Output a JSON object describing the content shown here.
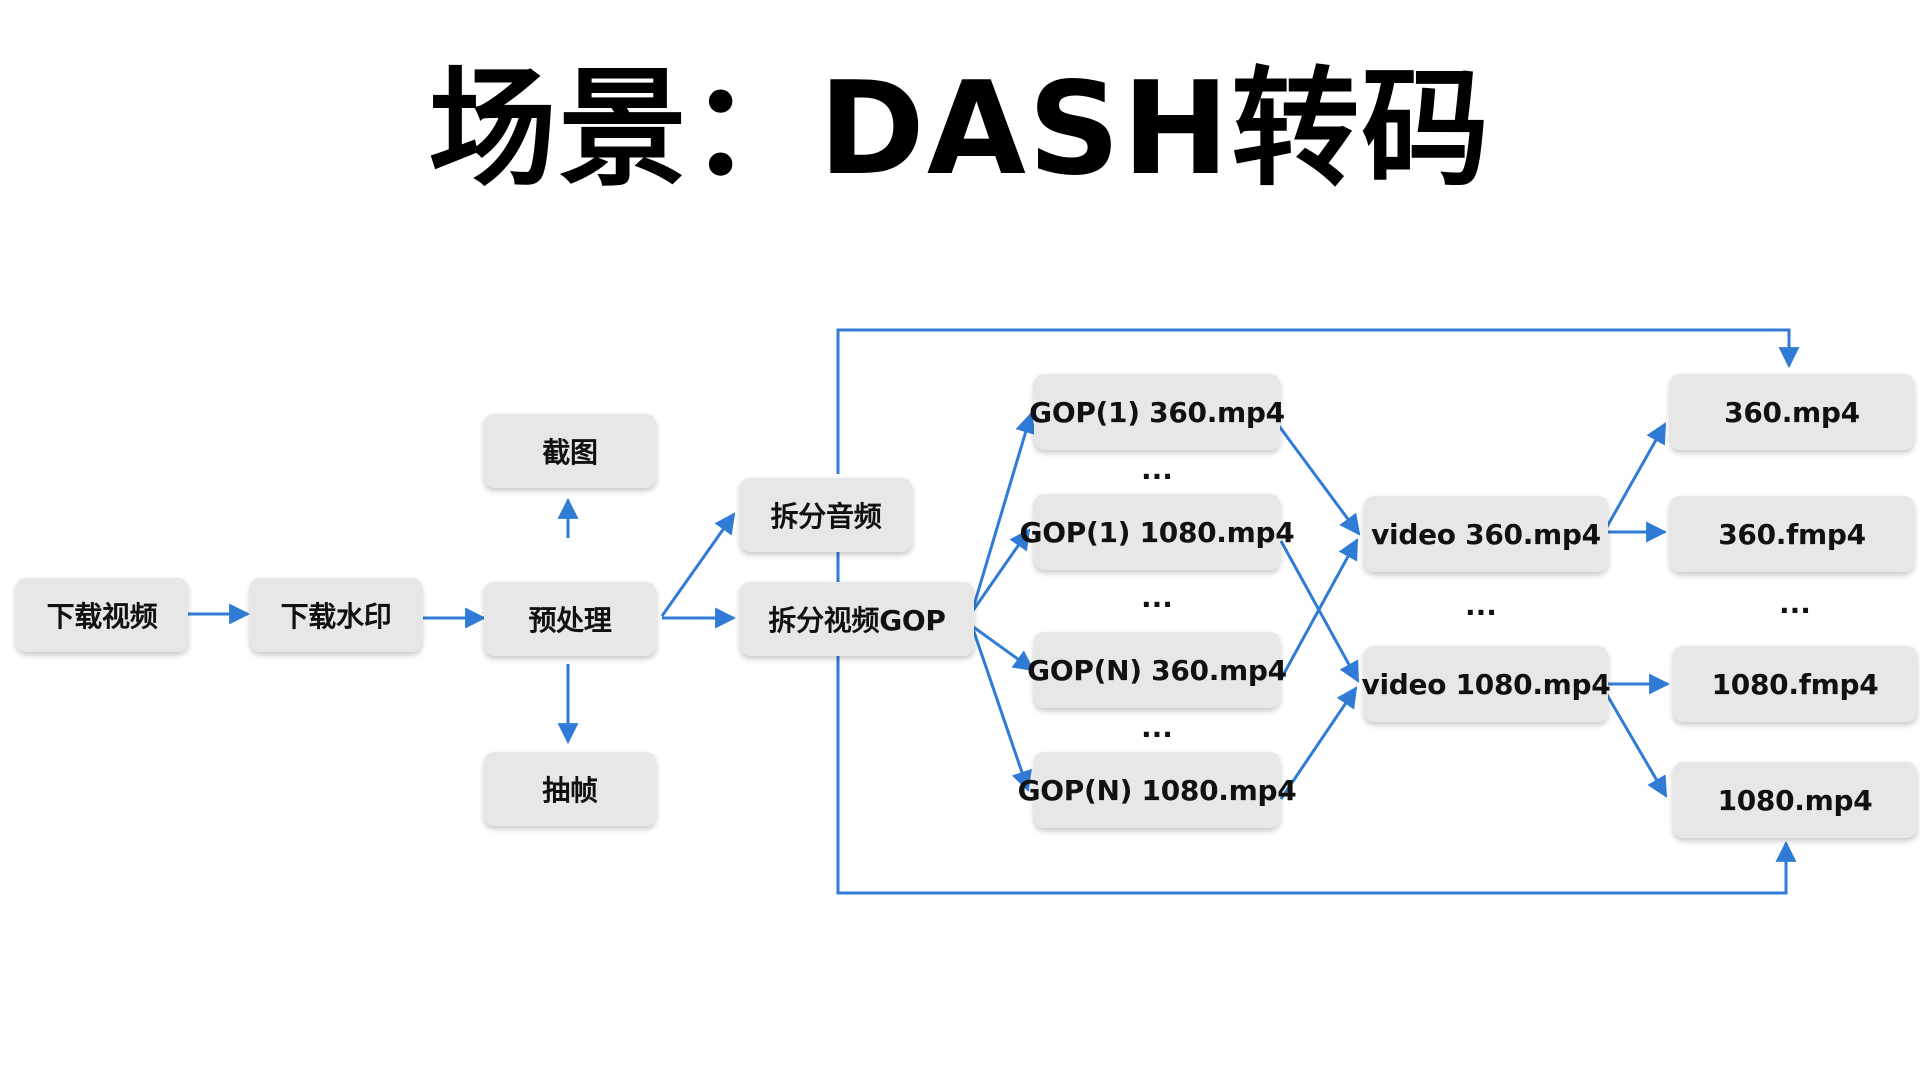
{
  "title": "场景：DASH转码",
  "accent_color": "#2f7bd6",
  "nodes": {
    "download_video": "下载视频",
    "download_watermark": "下载水印",
    "preprocess": "预处理",
    "screenshot": "截图",
    "extract_frames": "抽帧",
    "split_audio": "拆分音频",
    "split_video_gop": "拆分视频GOP",
    "gop1_360": "GOP(1) 360.mp4",
    "gop1_1080": "GOP(1) 1080.mp4",
    "gopn_360": "GOP(N) 360.mp4",
    "gopn_1080": "GOP(N) 1080.mp4",
    "video_360": "video 360.mp4",
    "video_1080": "video 1080.mp4",
    "out_360_mp4": "360.mp4",
    "out_360_fmp4": "360.fmp4",
    "out_1080_fmp4": "1080.fmp4",
    "out_1080_mp4": "1080.mp4"
  },
  "ellipsis": "..."
}
